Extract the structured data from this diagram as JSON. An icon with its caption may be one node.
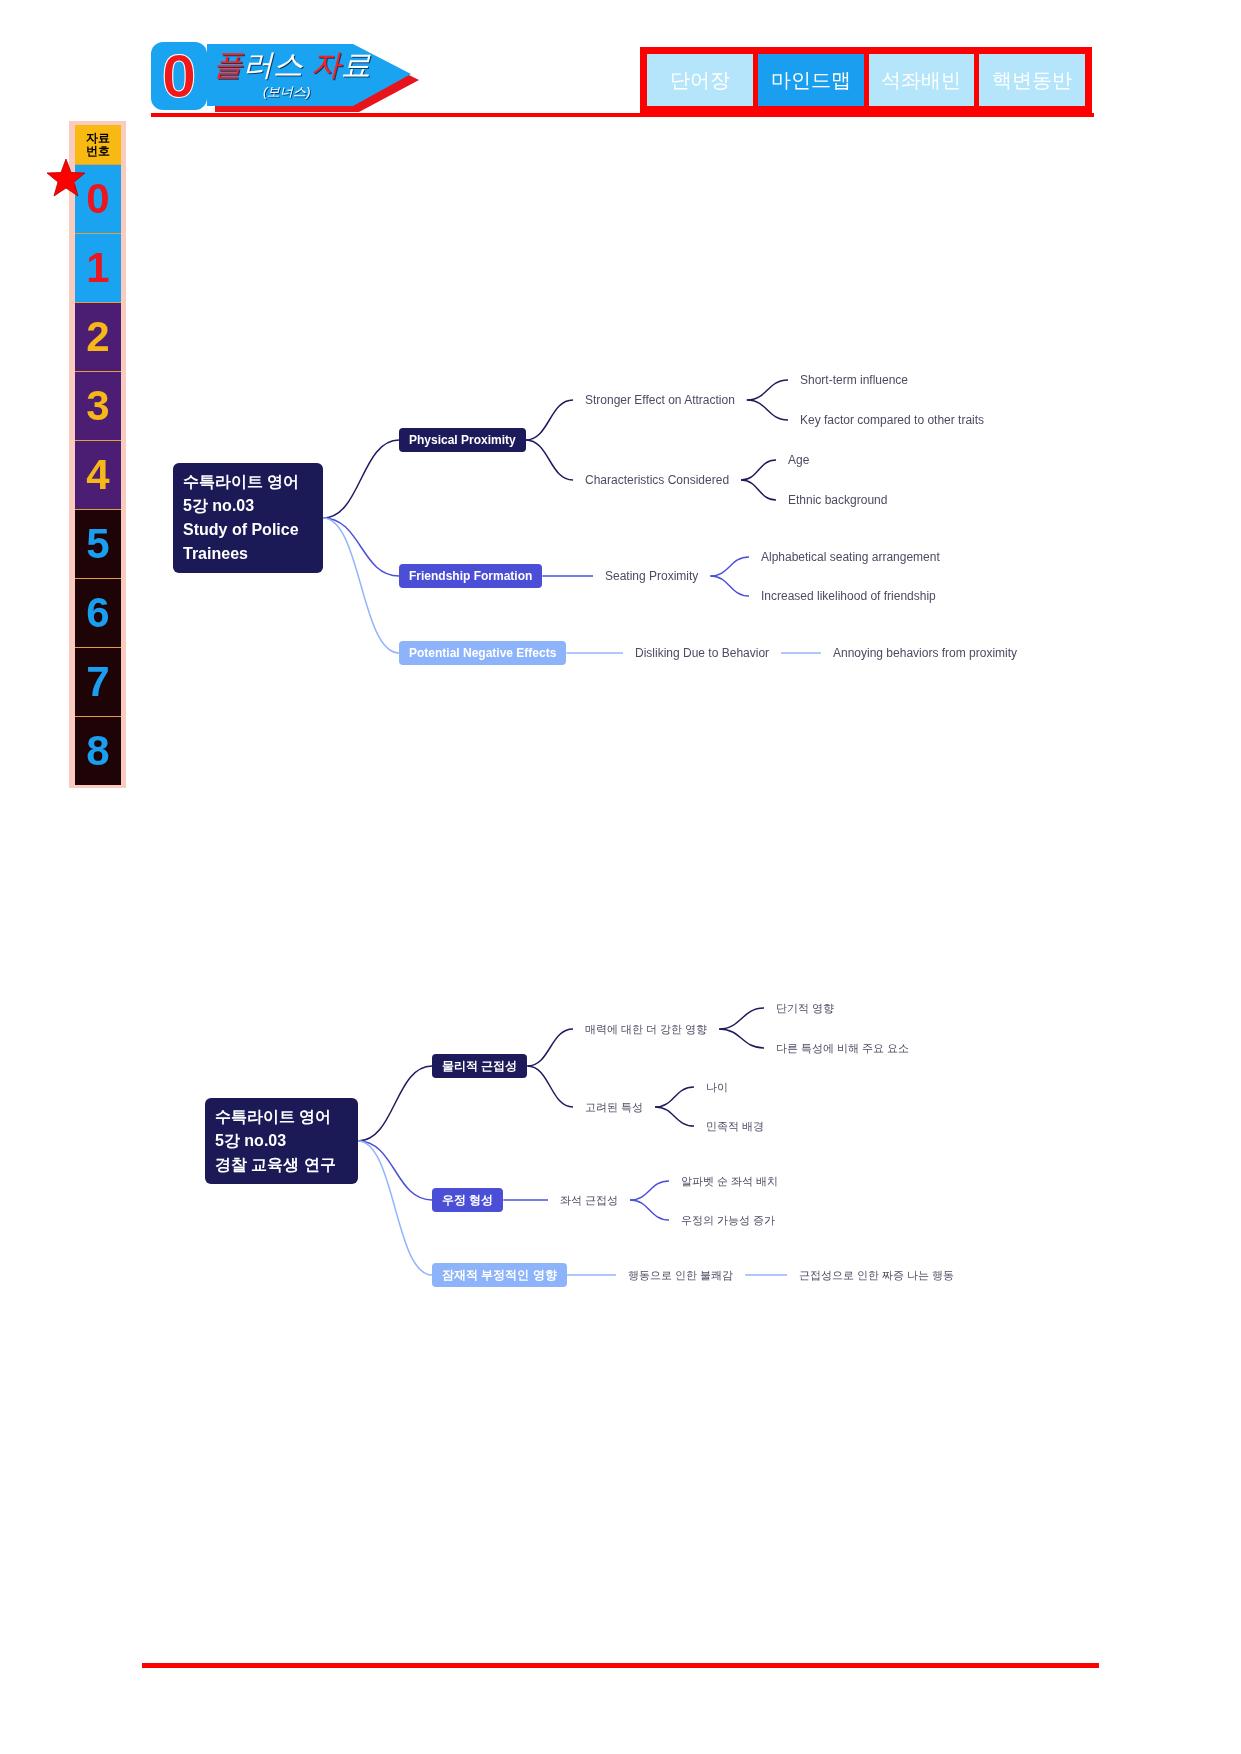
{
  "diagram": {
    "nodes": [
      {
        "text": [
          "0"
        ]
      },
      {
        "text": [
          "플러스 자료",
          "(보너스)"
        ]
      },
      {
        "text": [
          "단어장"
        ]
      },
      {
        "text": [
          "마인드맵"
        ]
      },
      {
        "text": [
          "석좌배빈"
        ]
      },
      {
        "text": [
          "핵변동반"
        ]
      },
      {
        "text": [
          "자료 번호"
        ]
      },
      {
        "text": [
          "0"
        ]
      },
      {
        "text": [
          "1"
        ]
      },
      {
        "text": [
          "2"
        ]
      },
      {
        "text": [
          "3"
        ]
      },
      {
        "text": [
          "4"
        ]
      },
      {
        "text": [
          "5"
        ]
      },
      {
        "text": [
          "6"
        ]
      },
      {
        "text": [
          "7"
        ]
      },
      {
        "text": [
          "8"
        ]
      },
      {
        "text": [
          "수특라이트 영어 5강 no.03",
          "Study of Police Trainees"
        ]
      },
      {
        "text": [
          "Physical Proximity"
        ]
      },
      {
        "text": [
          "Stronger Effect on Attraction"
        ]
      },
      {
        "text": [
          "Short-term influence"
        ]
      },
      {
        "text": [
          "Key factor compared to other traits"
        ]
      },
      {
        "text": [
          "Characteristics Considered"
        ]
      },
      {
        "text": [
          "Age"
        ]
      },
      {
        "text": [
          "Ethnic background"
        ]
      },
      {
        "text": [
          "Friendship Formation"
        ]
      },
      {
        "text": [
          "Seating Proximity"
        ]
      },
      {
        "text": [
          "Alphabetical seating arrangement"
        ]
      },
      {
        "text": [
          "Increased likelihood of friendship"
        ]
      },
      {
        "text": [
          "Potential Negative Effects"
        ]
      },
      {
        "text": [
          "Disliking Due to Behavior"
        ]
      },
      {
        "text": [
          "Annoying behaviors from proximity"
        ]
      },
      {
        "text": [
          "수특라이트 영어 5강 no.03",
          "경찰 교육생 연구"
        ]
      },
      {
        "text": [
          "물리적 근접성"
        ]
      },
      {
        "text": [
          "매력에 대한 더 강한 영향"
        ]
      },
      {
        "text": [
          "단기적 영향"
        ]
      },
      {
        "text": [
          "다른 특성에 비해 주요 요소"
        ]
      },
      {
        "text": [
          "고려된 특성"
        ]
      },
      {
        "text": [
          "나이"
        ]
      },
      {
        "text": [
          "민족적 배경"
        ]
      },
      {
        "text": [
          "우정 형성"
        ]
      },
      {
        "text": [
          "좌석 근접성"
        ]
      },
      {
        "text": [
          "알파벳 순 좌석 배치"
        ]
      },
      {
        "text": [
          "우정의 가능성 증가"
        ]
      },
      {
        "text": [
          "잠재적 부정적인 영향"
        ]
      },
      {
        "text": [
          "행동으로 인한 불쾌감"
        ]
      },
      {
        "text": [
          "근접성으로 인한 짜증 나는 행동"
        ]
      }
    ],
    "edges": [
      {
        "from": 16,
        "to": 17,
        "arrow": "none"
      },
      {
        "from": 17,
        "to": 18,
        "arrow": "none"
      },
      {
        "from": 18,
        "to": 19,
        "arrow": "none"
      },
      {
        "from": 18,
        "to": 20,
        "arrow": "none"
      },
      {
        "from": 17,
        "to": 21,
        "arrow": "none"
      },
      {
        "from": 21,
        "to": 22,
        "arrow": "none"
      },
      {
        "from": 21,
        "to": 23,
        "arrow": "none"
      },
      {
        "from": 16,
        "to": 24,
        "arrow": "none",
        "color": "#4b50d9"
      },
      {
        "from": 24,
        "to": 25,
        "arrow": "none",
        "color": "#4b50d9"
      },
      {
        "from": 25,
        "to": 26,
        "arrow": "none",
        "color": "#4b50d9"
      },
      {
        "from": 25,
        "to": 27,
        "arrow": "none",
        "color": "#4b50d9"
      },
      {
        "from": 16,
        "to": 28,
        "arrow": "none",
        "color": "#93b5fb"
      },
      {
        "from": 28,
        "to": 29,
        "arrow": "none",
        "color": "#93b5fb"
      },
      {
        "from": 29,
        "to": 30,
        "arrow": "none",
        "color": "#93b5fb"
      },
      {
        "from": 31,
        "to": 32,
        "arrow": "none"
      },
      {
        "from": 32,
        "to": 33,
        "arrow": "none"
      },
      {
        "from": 33,
        "to": 34,
        "arrow": "none"
      },
      {
        "from": 33,
        "to": 35,
        "arrow": "none"
      },
      {
        "from": 32,
        "to": 36,
        "arrow": "none"
      },
      {
        "from": 36,
        "to": 37,
        "arrow": "none"
      },
      {
        "from": 36,
        "to": 38,
        "arrow": "none"
      },
      {
        "from": 31,
        "to": 39,
        "arrow": "none",
        "color": "#4b50d9"
      },
      {
        "from": 39,
        "to": 40,
        "arrow": "none",
        "color": "#4b50d9"
      },
      {
        "from": 40,
        "to": 41,
        "arrow": "none",
        "color": "#4b50d9"
      },
      {
        "from": 40,
        "to": 42,
        "arrow": "none",
        "color": "#4b50d9"
      },
      {
        "from": 31,
        "to": 43,
        "arrow": "none",
        "color": "#93b5fb"
      },
      {
        "from": 43,
        "to": 44,
        "arrow": "none",
        "color": "#93b5fb"
      },
      {
        "from": 44,
        "to": 45,
        "arrow": "none",
        "color": "#93b5fb"
      }
    ]
  }
}
